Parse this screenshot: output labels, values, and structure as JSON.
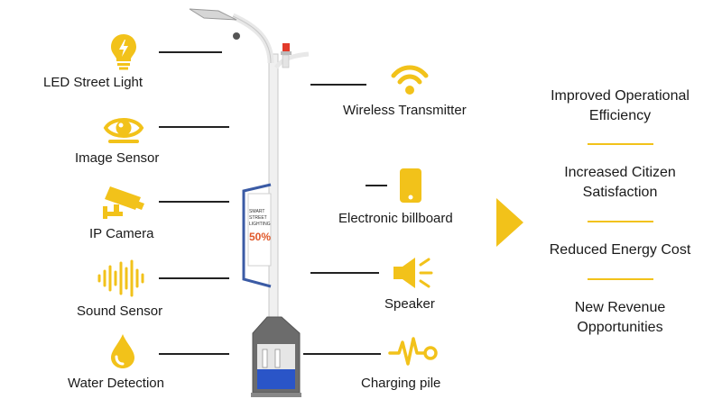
{
  "colors": {
    "accent": "#f2c21a",
    "line": "#222222",
    "pole": "#eeeeee",
    "frame": "#3b5ba5",
    "base": "#6c6c6c",
    "water": "#2a55c8"
  },
  "features_left": [
    {
      "label": "LED Street Light",
      "icon": "lightbulb-icon"
    },
    {
      "label": "Image Sensor",
      "icon": "eye-icon"
    },
    {
      "label": "IP Camera",
      "icon": "cctv-camera-icon"
    },
    {
      "label": "Sound Sensor",
      "icon": "sound-wave-icon"
    },
    {
      "label": "Water Detection",
      "icon": "water-drop-icon"
    }
  ],
  "features_right": [
    {
      "label": "Wireless Transmitter",
      "icon": "wifi-icon"
    },
    {
      "label": "Electronic billboard",
      "icon": "phone-screen-icon"
    },
    {
      "label": "Speaker",
      "icon": "speaker-icon"
    },
    {
      "label": "Charging pile",
      "icon": "heartbeat-plug-icon"
    }
  ],
  "billboard": {
    "line1": "SMART",
    "line2": "STREET",
    "line3": "LIGHTING",
    "percent": "50%"
  },
  "benefits": [
    {
      "line1": "Improved Operational",
      "line2": "Efficiency"
    },
    {
      "line1": "Increased Citizen",
      "line2": "Satisfaction"
    },
    {
      "line1": "Reduced Energy Cost",
      "line2": ""
    },
    {
      "line1": "New Revenue",
      "line2": "Opportunities"
    }
  ]
}
